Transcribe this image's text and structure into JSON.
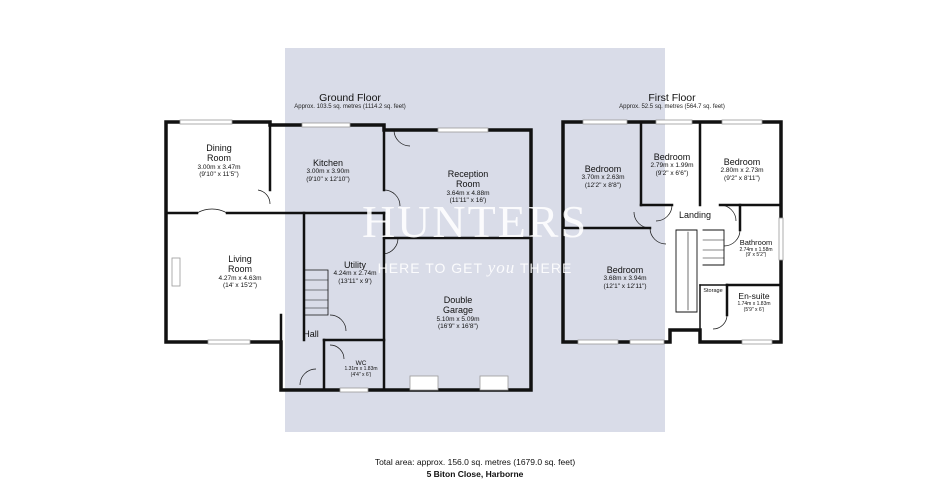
{
  "ground_floor": {
    "title": "Ground Floor",
    "area": "Approx. 103.5 sq. metres (1114.2 sq. feet)",
    "rooms": [
      {
        "name": "Dining\nRoom",
        "metric": "3.00m x 3.47m",
        "imperial": "(9'10\" x 11'5\")"
      },
      {
        "name": "Kitchen",
        "metric": "3.00m x 3.90m",
        "imperial": "(9'10\" x 12'10\")"
      },
      {
        "name": "Reception\nRoom",
        "metric": "3.64m x 4.88m",
        "imperial": "(11'11\" x 16')"
      },
      {
        "name": "Living\nRoom",
        "metric": "4.27m x 4.63m",
        "imperial": "(14' x 15'2\")"
      },
      {
        "name": "Utility",
        "metric": "4.24m x 2.74m",
        "imperial": "(13'11\" x 9')"
      },
      {
        "name": "Double\nGarage",
        "metric": "5.10m x 5.09m",
        "imperial": "(16'9\" x 16'8\")"
      },
      {
        "name": "WC",
        "metric": "1.31m x 1.83m",
        "imperial": "(4'4\" x 6')"
      }
    ],
    "labels": {
      "hall": "Hall"
    }
  },
  "first_floor": {
    "title": "First Floor",
    "area": "Approx. 52.5 sq. metres (564.7 sq. feet)",
    "rooms": [
      {
        "name": "Bedroom",
        "metric": "3.70m x 2.63m",
        "imperial": "(12'2\" x 8'8\")"
      },
      {
        "name": "Bedroom",
        "metric": "2.79m x 1.99m",
        "imperial": "(9'2\" x 6'6\")"
      },
      {
        "name": "Bedroom",
        "metric": "2.80m x 2.73m",
        "imperial": "(9'2\" x 8'11\")"
      },
      {
        "name": "Bedroom",
        "metric": "3.68m x 3.94m",
        "imperial": "(12'1\" x 12'11\")"
      },
      {
        "name": "Bathroom",
        "metric": "2.74m x 1.58m",
        "imperial": "(9' x 5'2\")"
      },
      {
        "name": "En-suite",
        "metric": "1.74m x 1.83m",
        "imperial": "(5'9\" x 6')"
      }
    ],
    "labels": {
      "landing": "Landing",
      "storage": "Storage"
    }
  },
  "watermark": {
    "brand": "HUNTERS",
    "tagline_pre": "HERE TO GET",
    "tagline_you": "you",
    "tagline_post": "THERE"
  },
  "footer": {
    "total": "Total area: approx. 156.0 sq. metres (1679.0 sq. feet)",
    "address": "5 Biton Close, Harborne"
  },
  "colors": {
    "wall": "#111111",
    "highlight": "#d9dce8",
    "window": "#999999"
  }
}
